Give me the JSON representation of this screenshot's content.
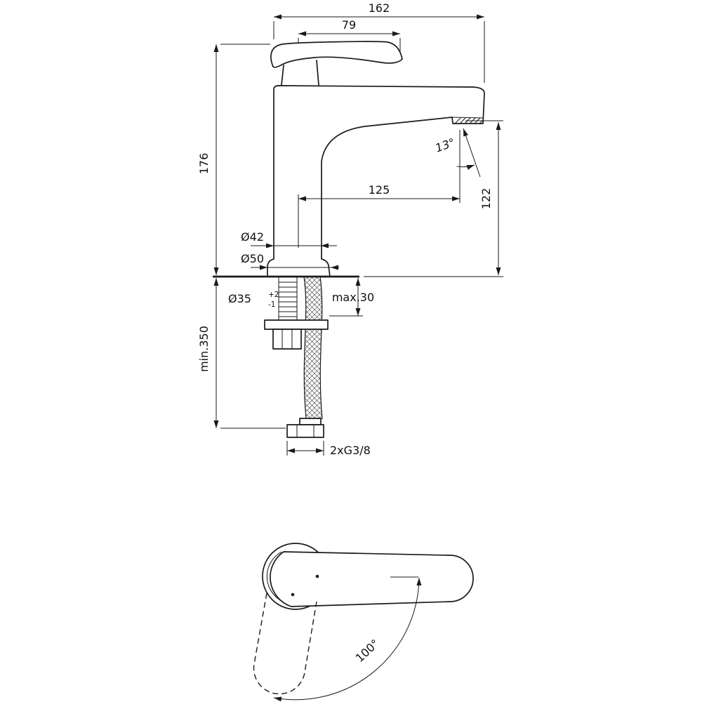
{
  "canvas": {
    "background": "#ffffff",
    "ink": "#1a1a1a"
  },
  "side_view": {
    "name": "basin-mixer-side-elevation",
    "dims": {
      "overall_width": "162",
      "lever_length": "79",
      "body_height": "176",
      "spout_reach": "125",
      "outlet_height": "122",
      "outlet_angle": "13°",
      "body_diameter": "Ø42",
      "base_diameter": "Ø50",
      "hole_diameter": "Ø35",
      "hole_tol_plus": "+2",
      "hole_tol_minus": "-1",
      "max_deck_thickness": "max.30",
      "min_hose_length": "min.350",
      "supply_connection": "2xG3/8"
    }
  },
  "top_view": {
    "name": "lever-swivel-top-view",
    "dims": {
      "lever_swivel_angle": "100°"
    }
  }
}
